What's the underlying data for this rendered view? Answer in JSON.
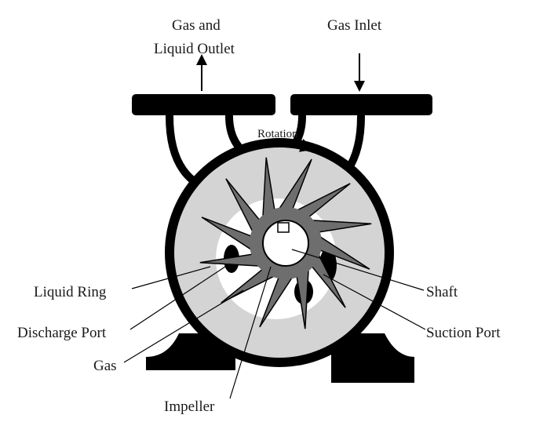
{
  "labels": {
    "gas_outlet_line1": "Gas and",
    "gas_outlet_line2": "Liquid Outlet",
    "gas_inlet": "Gas Inlet",
    "rotation": "Rotation",
    "liquid_ring": "Liquid Ring",
    "discharge_port": "Discharge Port",
    "gas": "Gas",
    "impeller": "Impeller",
    "shaft": "Shaft",
    "suction_port": "Suction Port"
  },
  "colors": {
    "body_fill": "#000000",
    "liquid_ring_fill": "#d4d4d4",
    "impeller_fill": "#6e6e6e",
    "gas_fill": "#ffffff",
    "line_color": "#000000"
  }
}
